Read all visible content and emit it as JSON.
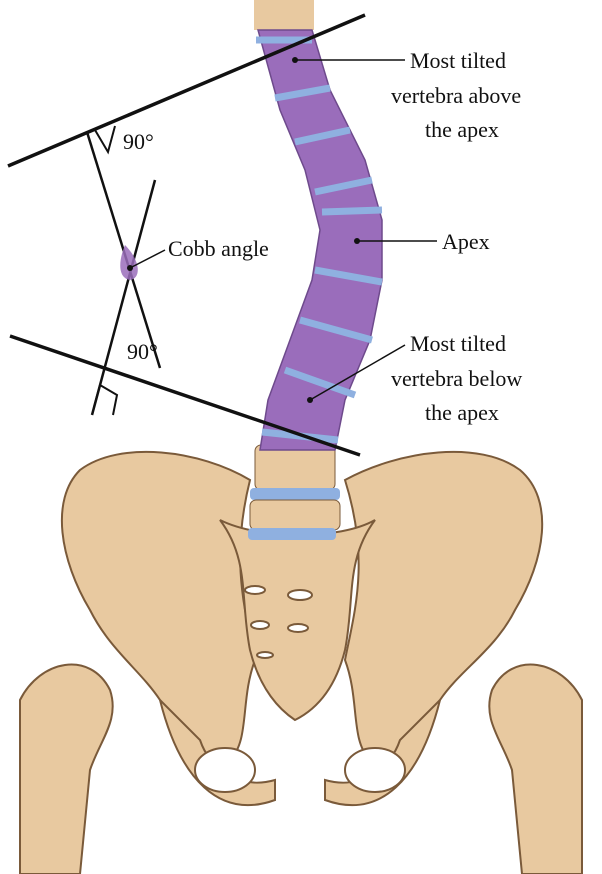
{
  "labels": {
    "above": [
      "Most tilted",
      "vertebra above",
      "the apex"
    ],
    "apex": "Apex",
    "below": [
      "Most tilted",
      "vertebra below",
      "the apex"
    ],
    "cobb": "Cobb angle",
    "angle_top": "90°",
    "angle_bottom": "90°"
  },
  "colors": {
    "vertebra": "#9a6dbb",
    "disc": "#8fb0e0",
    "bone": "#e8c9a0",
    "bone_outline": "#7a5a3a",
    "cobb_fill": "#9a6dbb"
  }
}
